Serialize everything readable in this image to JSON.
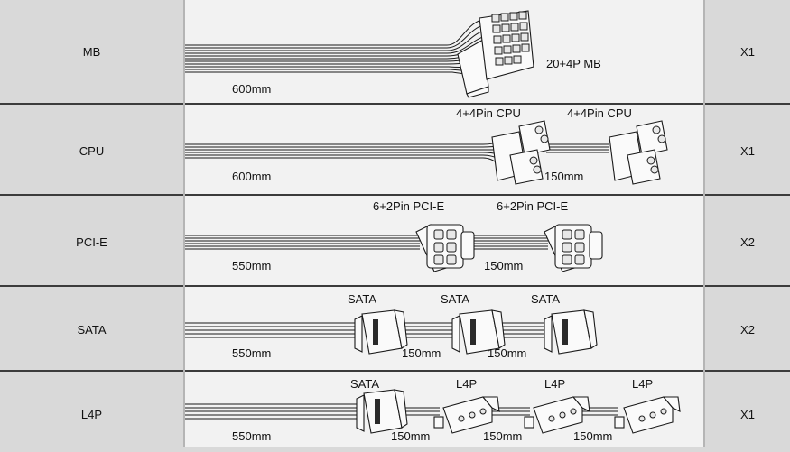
{
  "rows": [
    {
      "name": "MB",
      "qty": "X1",
      "connectors": [
        "20+4P MB"
      ],
      "lengths": [
        "600mm"
      ]
    },
    {
      "name": "CPU",
      "qty": "X1",
      "connectors": [
        "4+4Pin CPU",
        "4+4Pin CPU"
      ],
      "lengths": [
        "600mm",
        "150mm"
      ]
    },
    {
      "name": "PCI-E",
      "qty": "X2",
      "connectors": [
        "6+2Pin PCI-E",
        "6+2Pin PCI-E"
      ],
      "lengths": [
        "550mm",
        "150mm"
      ]
    },
    {
      "name": "SATA",
      "qty": "X2",
      "connectors": [
        "SATA",
        "SATA",
        "SATA"
      ],
      "lengths": [
        "550mm",
        "150mm",
        "150mm"
      ]
    },
    {
      "name": "L4P",
      "qty": "X1",
      "connectors": [
        "SATA",
        "L4P",
        "L4P",
        "L4P"
      ],
      "lengths": [
        "550mm",
        "150mm",
        "150mm",
        "150mm"
      ]
    }
  ]
}
